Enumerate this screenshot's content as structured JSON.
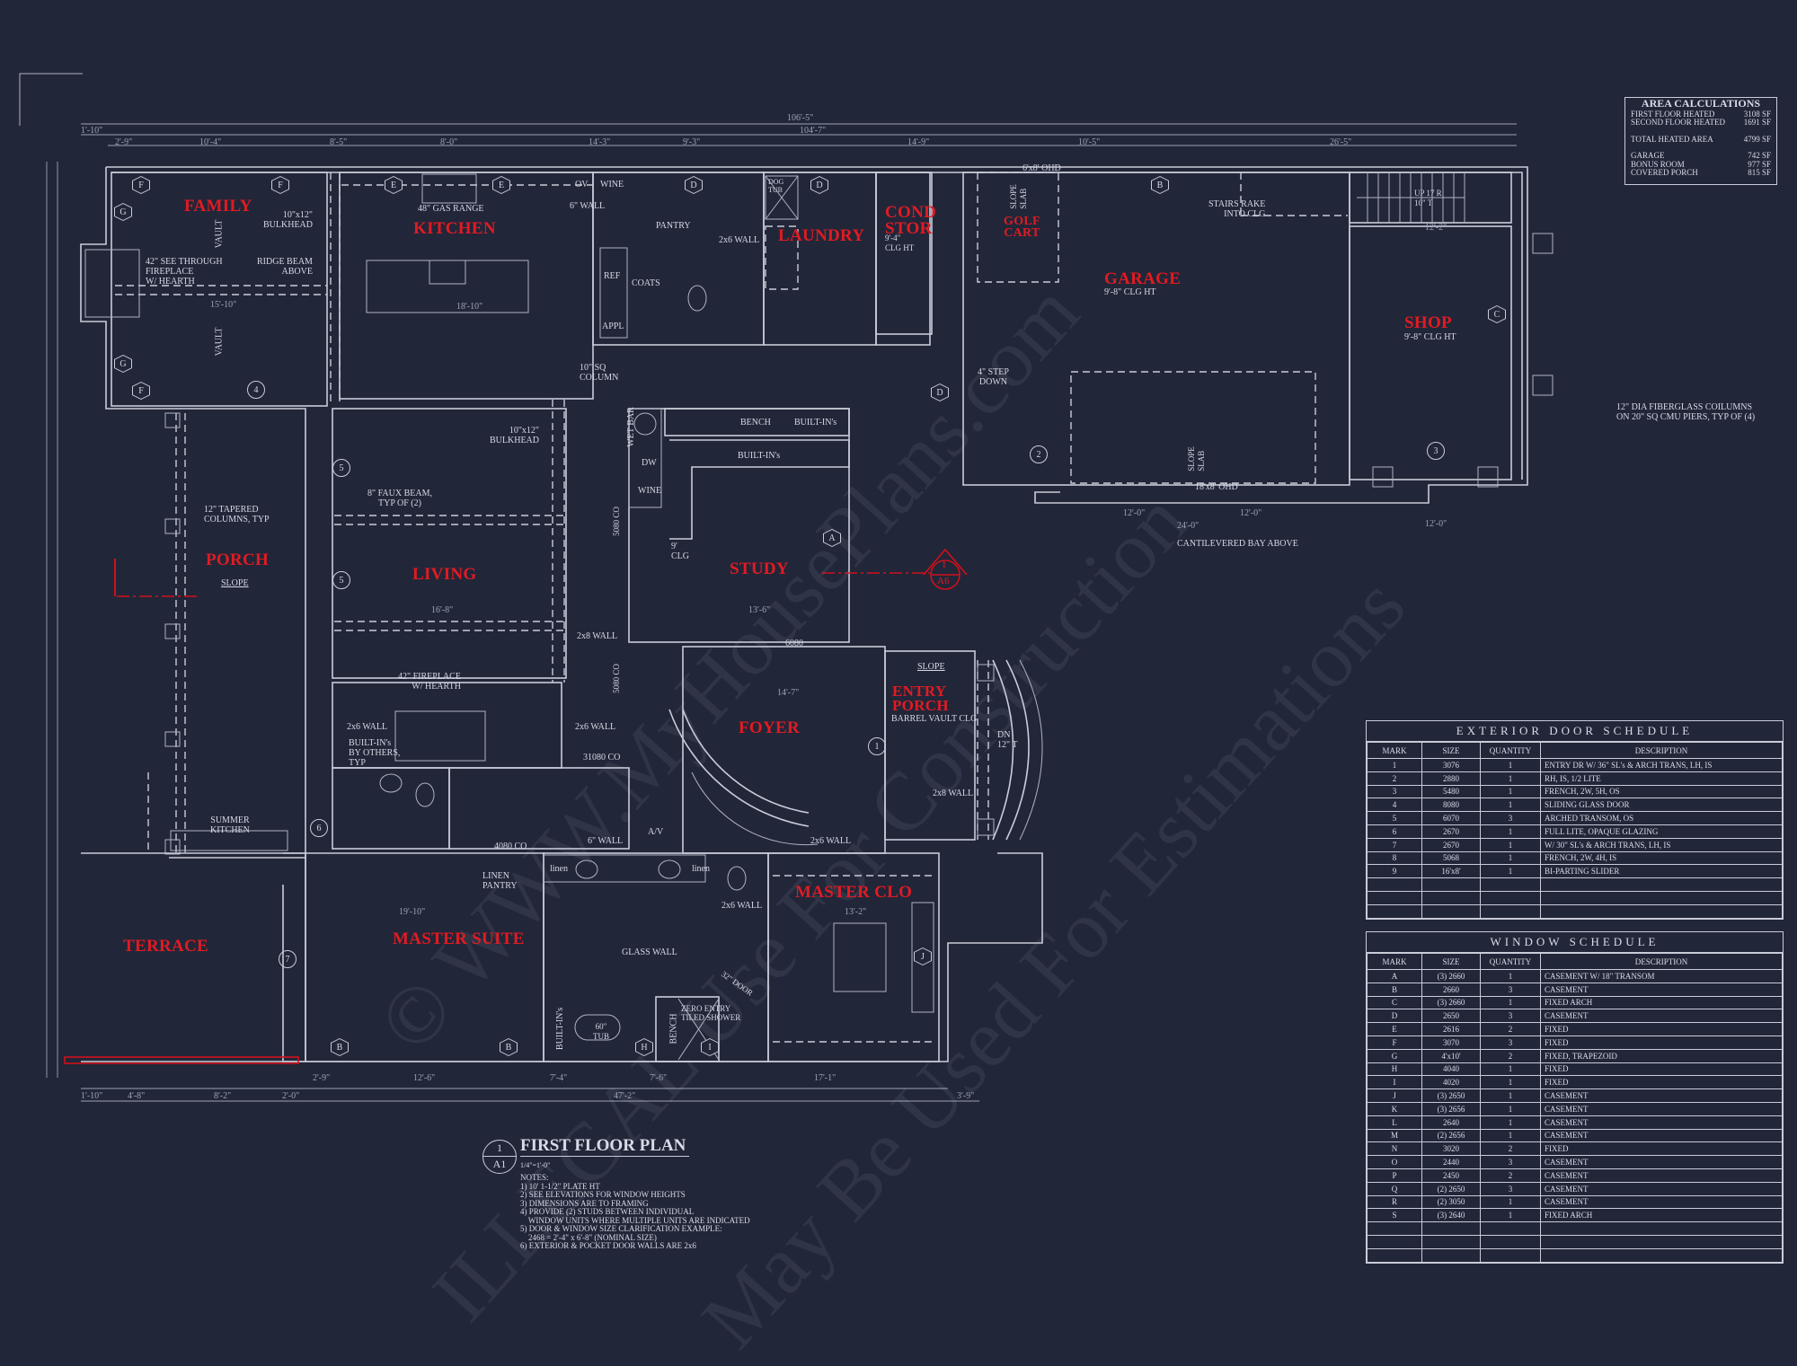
{
  "area_calculations": {
    "title": "AREA CALCULATIONS",
    "rows": [
      {
        "label": "FIRST FLOOR HEATED",
        "value": "3108 SF"
      },
      {
        "label": "SECOND FLOOR HEATED",
        "value": "1691 SF"
      },
      {
        "label": "TOTAL HEATED AREA",
        "value": "4799 SF"
      },
      {
        "label": "GARAGE",
        "value": "742 SF"
      },
      {
        "label": "BONUS ROOM",
        "value": "977 SF"
      },
      {
        "label": "COVERED PORCH",
        "value": "815 SF"
      }
    ]
  },
  "door_schedule": {
    "title": "EXTERIOR DOOR SCHEDULE",
    "headers": [
      "MARK",
      "SIZE",
      "QUANTITY",
      "DESCRIPTION"
    ],
    "rows": [
      [
        "1",
        "3076",
        "1",
        "ENTRY DR W/ 36\" SL's & ARCH TRANS, LH, IS"
      ],
      [
        "2",
        "2880",
        "1",
        "RH, IS, 1/2 LITE"
      ],
      [
        "3",
        "5480",
        "1",
        "FRENCH, 2W, 5H, OS"
      ],
      [
        "4",
        "8080",
        "1",
        "SLIDING GLASS DOOR"
      ],
      [
        "5",
        "6070",
        "3",
        "ARCHED TRANSOM, OS"
      ],
      [
        "6",
        "2670",
        "1",
        "FULL LITE, OPAQUE GLAZING"
      ],
      [
        "7",
        "2670",
        "1",
        "W/ 30\" SL's & ARCH TRANS, LH, IS"
      ],
      [
        "8",
        "5068",
        "1",
        "FRENCH, 2W, 4H, IS"
      ],
      [
        "9",
        "16'x8'",
        "1",
        "BI-PARTING SLIDER"
      ],
      [
        "",
        "",
        "",
        ""
      ],
      [
        "",
        "",
        "",
        ""
      ],
      [
        "",
        "",
        "",
        ""
      ]
    ]
  },
  "window_schedule": {
    "title": "WINDOW SCHEDULE",
    "headers": [
      "MARK",
      "SIZE",
      "QUANTITY",
      "DESCRIPTION"
    ],
    "rows": [
      [
        "A",
        "(3) 2660",
        "1",
        "CASEMENT W/ 18\" TRANSOM"
      ],
      [
        "B",
        "2660",
        "3",
        "CASEMENT"
      ],
      [
        "C",
        "(3) 2660",
        "1",
        "FIXED ARCH"
      ],
      [
        "D",
        "2650",
        "3",
        "CASEMENT"
      ],
      [
        "E",
        "2616",
        "2",
        "FIXED"
      ],
      [
        "F",
        "3070",
        "3",
        "FIXED"
      ],
      [
        "G",
        "4'x10'",
        "2",
        "FIXED, TRAPEZOID"
      ],
      [
        "H",
        "4040",
        "1",
        "FIXED"
      ],
      [
        "I",
        "4020",
        "1",
        "FIXED"
      ],
      [
        "J",
        "(3) 2650",
        "1",
        "CASEMENT"
      ],
      [
        "K",
        "(3) 2656",
        "1",
        "CASEMENT"
      ],
      [
        "L",
        "2640",
        "1",
        "CASEMENT"
      ],
      [
        "M",
        "(2) 2656",
        "1",
        "CASEMENT"
      ],
      [
        "N",
        "3020",
        "2",
        "FIXED"
      ],
      [
        "O",
        "2440",
        "3",
        "CASEMENT"
      ],
      [
        "P",
        "2450",
        "2",
        "CASEMENT"
      ],
      [
        "Q",
        "(2) 2650",
        "3",
        "CASEMENT"
      ],
      [
        "R",
        "(2) 3050",
        "1",
        "CASEMENT"
      ],
      [
        "S",
        "(3) 2640",
        "1",
        "FIXED ARCH"
      ],
      [
        "",
        "",
        "",
        ""
      ],
      [
        "",
        "",
        "",
        ""
      ],
      [
        "",
        "",
        "",
        ""
      ]
    ]
  },
  "title_block": {
    "detail_number": "1",
    "sheet": "A1",
    "title": "FIRST FLOOR PLAN",
    "scale": "1/4\"=1'-0\"",
    "notes": "NOTES:\n1) 10' 1-1/2\" PLATE HT\n2) SEE ELEVATIONS FOR WINDOW HEIGHTS\n3) DIMENSIONS ARE TO FRAMING\n4) PROVIDE (2) STUDS BETWEEN INDIVIDUAL\n    WINDOW UNITS WHERE MULTIPLE UNITS ARE INDICATED\n5) DOOR & WINDOW SIZE CLARIFICATION EXAMPLE:\n    2468 = 2'-4\" x 6'-8\" (NOMINAL SIZE)\n6) EXTERIOR & POCKET DOOR WALLS ARE 2x6"
  },
  "section_marker": {
    "number": "1",
    "sheet": "A6"
  },
  "rooms": {
    "family": "FAMILY",
    "kitchen": "KITCHEN",
    "laundry": "LAUNDRY",
    "cond_stor": "COND\nSTOR",
    "golf_cart": "GOLF\nCART",
    "garage": "GARAGE",
    "shop": "SHOP",
    "porch": "PORCH",
    "living": "LIVING",
    "study": "STUDY",
    "entry_porch": "ENTRY\nPORCH",
    "foyer": "FOYER",
    "master_clo": "MASTER CLO",
    "master_suite": "MASTER SUITE",
    "terrace": "TERRACE"
  },
  "notes": {
    "gas_range": "48\" GAS RANGE",
    "bulkhead1": "10\"x12\"\nBULKHEAD",
    "fireplace1": "42\" SEE THROUGH\nFIREPLACE\nW/ HEARTH",
    "ridge_beam": "RIDGE BEAM\nABOVE",
    "vault1": "VAULT",
    "vault2": "VAULT",
    "ov": "OV",
    "wine1": "WINE",
    "wall6": "6\" WALL",
    "pantry": "PANTRY",
    "wall2x6_a": "2x6 WALL",
    "dog_tub": "DOG\nTUB",
    "ref": "REF",
    "coats": "COATS",
    "appl": "APPL",
    "cond_clg": "9'-4\"\nCLG HT",
    "ohd_6x8": "6'x8' OHD",
    "slope_slab1": "SLOPE\nSLAB",
    "garage_clg": "9'-8\" CLG HT",
    "stairs_rake": "STAIRS RAKE\nINTO CLG",
    "up17": "UP 17 R\n10\" T",
    "shop_clg": "9'-8\" CLG HT",
    "step_down": "4\" STEP\nDOWN",
    "column10": "10\" SQ\nCOLUMN",
    "bulkhead2": "10\"x12\"\nBULKHEAD",
    "wet_bar": "WET BAR",
    "bench1": "BENCH",
    "builtins1": "BUILT-IN's",
    "builtins2": "BUILT-IN's",
    "dw2": "DW",
    "wine2": "WINE",
    "slope_slab2": "SLOPE\nSLAB",
    "ohd_18x8": "18'x8' OHD",
    "cantilever": "CANTILEVERED BAY ABOVE",
    "fiberglass": "12\" DIA FIBERGLASS COILUMNS\nON 20\" SQ CMU PIERS, TYP OF (4)",
    "tapered": "12\" TAPERED\nCOLUMNS, TYP",
    "faux_beam": "8\" FAUX BEAM,\nTYP OF (2)",
    "porch_slope": "SLOPE",
    "clg9": "9'\nCLG",
    "wall2x8_a": "2x8 WALL",
    "fireplace2": "42\" FIREPLACE\nW/ HEARTH",
    "wall2x6_b": "2x6 WALL",
    "builtins_others": "BUILT-IN's\nBY OTHERS,\nTYP",
    "wall2x6_c": "2x6 WALL",
    "co31080": "31080 CO",
    "entry_slope": "SLOPE",
    "barrel": "BARREL VAULT CLG",
    "dn": "DN\n12\" T",
    "wall2x8_b": "2x8 WALL",
    "wall2x6_d": "2x6 WALL",
    "wall6b": "6\" WALL",
    "av": "A/V",
    "co4080": "4080 CO",
    "linen_pantry": "LINEN\nPANTRY",
    "summer_kitchen": "SUMMER\nKITCHEN",
    "linen1": "linen",
    "linen2": "linen",
    "wall2x6_e": "2x6 WALL",
    "glass_wall": "GLASS WALL",
    "zero_entry": "ZERO ENTRY\nTILED SHOWER",
    "door32": "32\" DOOR",
    "tub": "60\"\nTUB",
    "bench2": "BENCH",
    "builtins3": "BUILT-IN's",
    "co5080a": "5080 CO",
    "co5080b": "5080 CO",
    "d6080": "6080"
  },
  "dimensions": {
    "overall1": "106'-5\"",
    "overall2": "104'-7\"",
    "t1": "1'-10\"",
    "t2": "2'-9\"",
    "t3": "10'-4\"",
    "t4": "8'-5\"",
    "t5": "8'-0\"",
    "t6": "14'-3\"",
    "t7": "9'-3\"",
    "t8": "14'-9\"",
    "t9": "10'-5\"",
    "t10": "26'-5\"",
    "b1": "1'-10\"",
    "b2": "4'-8\"",
    "b3": "8'-2\"",
    "b4": "2'-0\"",
    "b5": "2'-9\"",
    "b6": "12'-6\"",
    "b7": "7'-4\"",
    "b8": "7'-6\"",
    "b9": "17'-1\"",
    "b10": "47'-2\"",
    "b11": "3'-9\"",
    "fam": "15'-10\"",
    "kit": "18'-10\"",
    "liv": "16'-8\"",
    "study": "13'-6\"",
    "foyer": "14'-7\"",
    "master": "19'-10\"",
    "clo": "13'-2\"",
    "gar1": "12'-0\"",
    "gar2": "12'-0\"",
    "gar3": "24'-0\"",
    "shop": "12'-2\"",
    "shop2": "12'-0\""
  },
  "tags": {
    "windows": [
      "F",
      "F",
      "E",
      "E",
      "D",
      "D",
      "B",
      "G",
      "G",
      "F",
      "C",
      "A",
      "J",
      "H",
      "I",
      "B",
      "B",
      "D"
    ],
    "doors": [
      "4",
      "5",
      "5",
      "1",
      "2",
      "3",
      "6",
      "7"
    ]
  },
  "watermark": {
    "line1": "© WWW.MyHousePlans.com",
    "line2": "ILLEGAL Use For Construction",
    "line3": "May Be Used For Estimations"
  }
}
